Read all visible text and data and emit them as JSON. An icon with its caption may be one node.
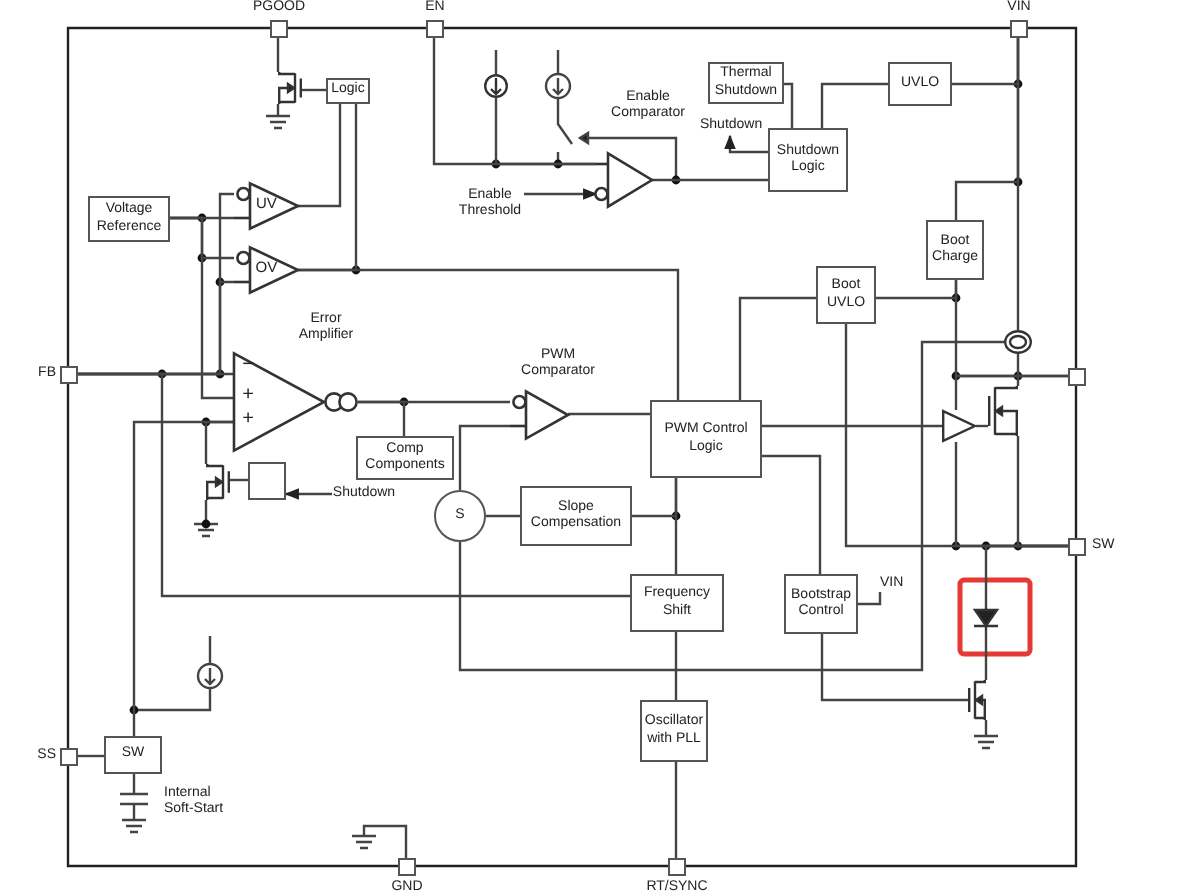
{
  "diagram": {
    "nodes": [
      {
        "text": [
          "PGOOD"
        ]
      },
      {
        "text": [
          "EN"
        ]
      },
      {
        "text": [
          "VIN"
        ]
      },
      {
        "text": [
          "Logic"
        ]
      },
      {
        "text": [
          "Thermal Shutdown"
        ]
      },
      {
        "text": [
          "UVLO"
        ]
      },
      {
        "text": [
          "Enable Comparator"
        ]
      },
      {
        "text": [
          "Shutdown Logic"
        ]
      },
      {
        "text": [
          "Voltage Reference"
        ]
      },
      {
        "text": [
          "UV"
        ]
      },
      {
        "text": [
          "OV"
        ]
      },
      {
        "text": [
          "Boot Charge"
        ]
      },
      {
        "text": [
          "Boot UVLO"
        ]
      },
      {
        "text": [
          "Error Amplifier"
        ]
      },
      {
        "text": [
          "PWM Comparator"
        ]
      },
      {
        "text": [
          "FB"
        ]
      },
      {
        "text": [],
        "shape": "box"
      },
      {
        "text": [
          "PWM Control Logic"
        ]
      },
      {
        "text": [
          "Comp Components"
        ]
      },
      {
        "text": [],
        "shape": "box"
      },
      {
        "text": [
          "S"
        ]
      },
      {
        "text": [
          "Slope Compensation"
        ]
      },
      {
        "text": [
          "SW"
        ]
      },
      {
        "text": [
          "Frequency Shift"
        ]
      },
      {
        "text": [
          "Bootstrap Control"
        ]
      },
      {
        "text": [
          "Oscillator with PLL"
        ]
      },
      {
        "text": [
          "SS"
        ]
      },
      {
        "text": [
          "SW"
        ]
      },
      {
        "text": [
          "GND"
        ]
      },
      {
        "text": [
          "RT/SYNC"
        ]
      },
      {
        "text": [
          "Shutdown"
        ]
      },
      {
        "text": [
          "Enable Threshold"
        ]
      },
      {
        "text": [
          "Shutdown"
        ]
      },
      {
        "text": [],
        "shape": "triangle"
      },
      {
        "text": [],
        "shape": "transistor"
      },
      {
        "text": [],
        "shape": "transistor"
      },
      {
        "text": [],
        "shape": "transistor"
      },
      {
        "text": [],
        "shape": "transistor"
      },
      {
        "text": [],
        "shape": "circle"
      },
      {
        "text": [],
        "shape": "diode"
      },
      {
        "text": [],
        "shape": "circle"
      }
    ],
    "edges": [
      {
        "from": 3,
        "to": 9,
        "arrow": "none"
      },
      {
        "from": 3,
        "to": 10,
        "arrow": "none"
      },
      {
        "from": 10,
        "to": 17,
        "arrow": "none"
      },
      {
        "from": 8,
        "to": 9,
        "arrow": "none"
      },
      {
        "from": 8,
        "to": 10,
        "arrow": "none"
      },
      {
        "from": 8,
        "to": 13,
        "arrow": "none"
      },
      {
        "from": 15,
        "to": 9,
        "arrow": "none"
      },
      {
        "from": 15,
        "to": 10,
        "arrow": "none"
      },
      {
        "from": 15,
        "to": 13,
        "arrow": "none"
      },
      {
        "from": 15,
        "to": 23,
        "arrow": "none"
      },
      {
        "from": 13,
        "to": 18,
        "arrow": "none"
      },
      {
        "from": 13,
        "to": 14,
        "arrow": "none"
      },
      {
        "from": 13,
        "to": 27,
        "arrow": "none"
      },
      {
        "from": 1,
        "to": 6,
        "arrow": "none"
      },
      {
        "from": 31,
        "to": 6,
        "arrow": "to"
      },
      {
        "from": 6,
        "to": 7,
        "arrow": "none"
      },
      {
        "from": 4,
        "to": 7,
        "arrow": "none"
      },
      {
        "from": 5,
        "to": 7,
        "arrow": "none"
      },
      {
        "from": 2,
        "to": 5,
        "arrow": "none"
      },
      {
        "from": 2,
        "to": 11,
        "arrow": "none"
      },
      {
        "from": 7,
        "to": 30,
        "arrow": "to"
      },
      {
        "from": 11,
        "to": 12,
        "arrow": "none"
      },
      {
        "from": 11,
        "to": 16,
        "arrow": "none"
      },
      {
        "from": 12,
        "to": 17,
        "arrow": "none"
      },
      {
        "from": 12,
        "to": 22,
        "arrow": "none"
      },
      {
        "from": 14,
        "to": 17,
        "arrow": "none"
      },
      {
        "from": 20,
        "to": 14,
        "arrow": "none"
      },
      {
        "from": 21,
        "to": 20,
        "arrow": "none"
      },
      {
        "from": 21,
        "to": 17,
        "arrow": "none"
      },
      {
        "from": 17,
        "to": 23,
        "arrow": "none"
      },
      {
        "from": 17,
        "to": 24,
        "arrow": "none"
      },
      {
        "from": 23,
        "to": 25,
        "arrow": "none"
      },
      {
        "from": 25,
        "to": 29,
        "arrow": "none"
      },
      {
        "from": 26,
        "to": 27,
        "arrow": "none"
      },
      {
        "from": 32,
        "to": 19,
        "arrow": "to"
      },
      {
        "from": 17,
        "to": 33,
        "arrow": "none"
      },
      {
        "from": 24,
        "to": 34,
        "arrow": "none"
      },
      {
        "from": 19,
        "to": 35,
        "arrow": "none"
      },
      {
        "from": 0,
        "to": 36,
        "arrow": "none"
      },
      {
        "from": 3,
        "to": 36,
        "arrow": "none"
      },
      {
        "from": 33,
        "to": 16,
        "arrow": "none"
      },
      {
        "from": 33,
        "to": 22,
        "arrow": "none"
      },
      {
        "from": 33,
        "to": 37,
        "arrow": "none"
      },
      {
        "from": 37,
        "to": 22,
        "arrow": "none"
      },
      {
        "from": 2,
        "to": 38,
        "arrow": "none"
      },
      {
        "from": 38,
        "to": 37,
        "arrow": "none"
      },
      {
        "from": 20,
        "to": 38,
        "arrow": "none"
      },
      {
        "from": 22,
        "to": 39,
        "arrow": "none"
      },
      {
        "from": 39,
        "to": 34,
        "arrow": "none"
      },
      {
        "from": 13,
        "to": 35,
        "arrow": "none"
      },
      {
        "from": 40,
        "to": 6,
        "arrow": "none"
      }
    ],
    "labels": [
      "−",
      "+",
      "+",
      "VIN",
      "Internal Soft-Start"
    ]
  }
}
